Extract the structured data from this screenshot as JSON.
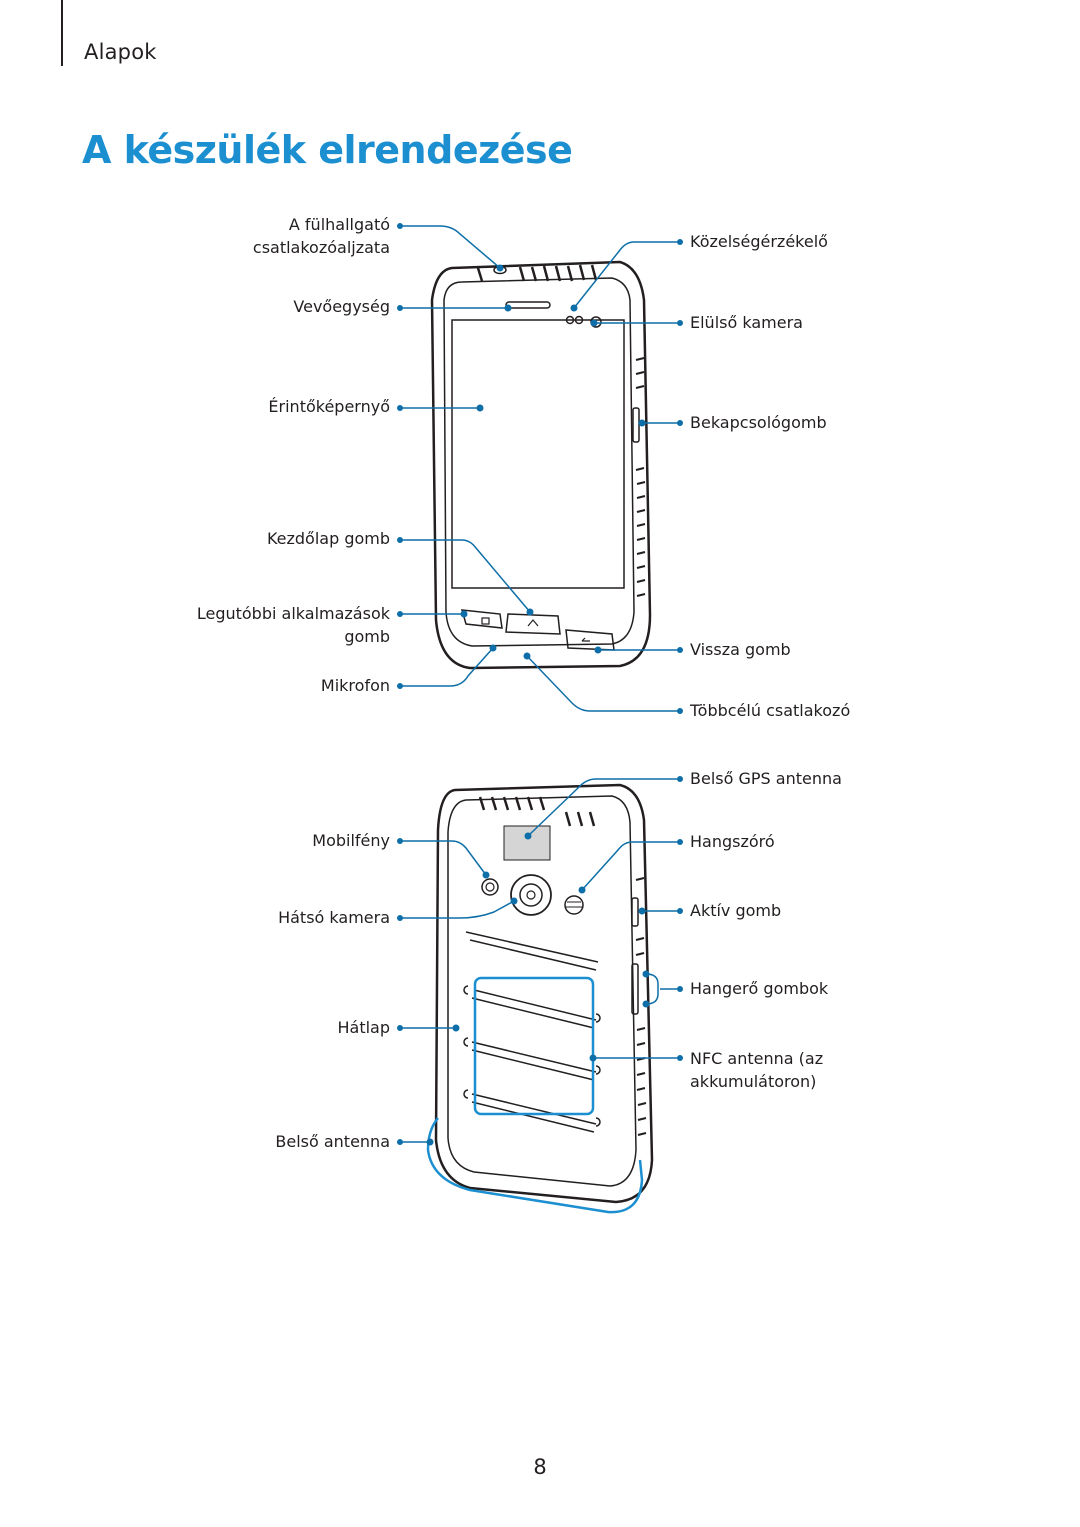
{
  "header": {
    "section": "Alapok"
  },
  "title": "A készülék elrendezése",
  "front_labels": {
    "headset_jack": "A fülhallgató csatlakozóaljzata",
    "earpiece": "Vevőegység",
    "touchscreen": "Érintőképernyő",
    "home_button": "Kezdőlap gomb",
    "recent_apps": "Legutóbbi alkalmazások gomb",
    "microphone": "Mikrofon",
    "proximity_sensor": "Közelségérzékelő",
    "front_camera": "Elülső kamera",
    "power_key": "Bekapcsológomb",
    "back_button": "Vissza gomb",
    "multipurpose_jack": "Többcélú csatlakozó"
  },
  "back_labels": {
    "flash": "Mobilfény",
    "rear_camera": "Hátsó kamera",
    "back_cover": "Hátlap",
    "internal_antenna": "Belső antenna",
    "gps_antenna": "Belső GPS antenna",
    "speaker": "Hangszóró",
    "active_key": "Aktív gomb",
    "volume_keys": "Hangerő gombok",
    "nfc_antenna": "NFC antenna (az akkumulátoron)"
  },
  "page_number": "8",
  "colors": {
    "accent": "#1c8fd0",
    "callout": "#0e6fa8",
    "text": "#231f20"
  }
}
